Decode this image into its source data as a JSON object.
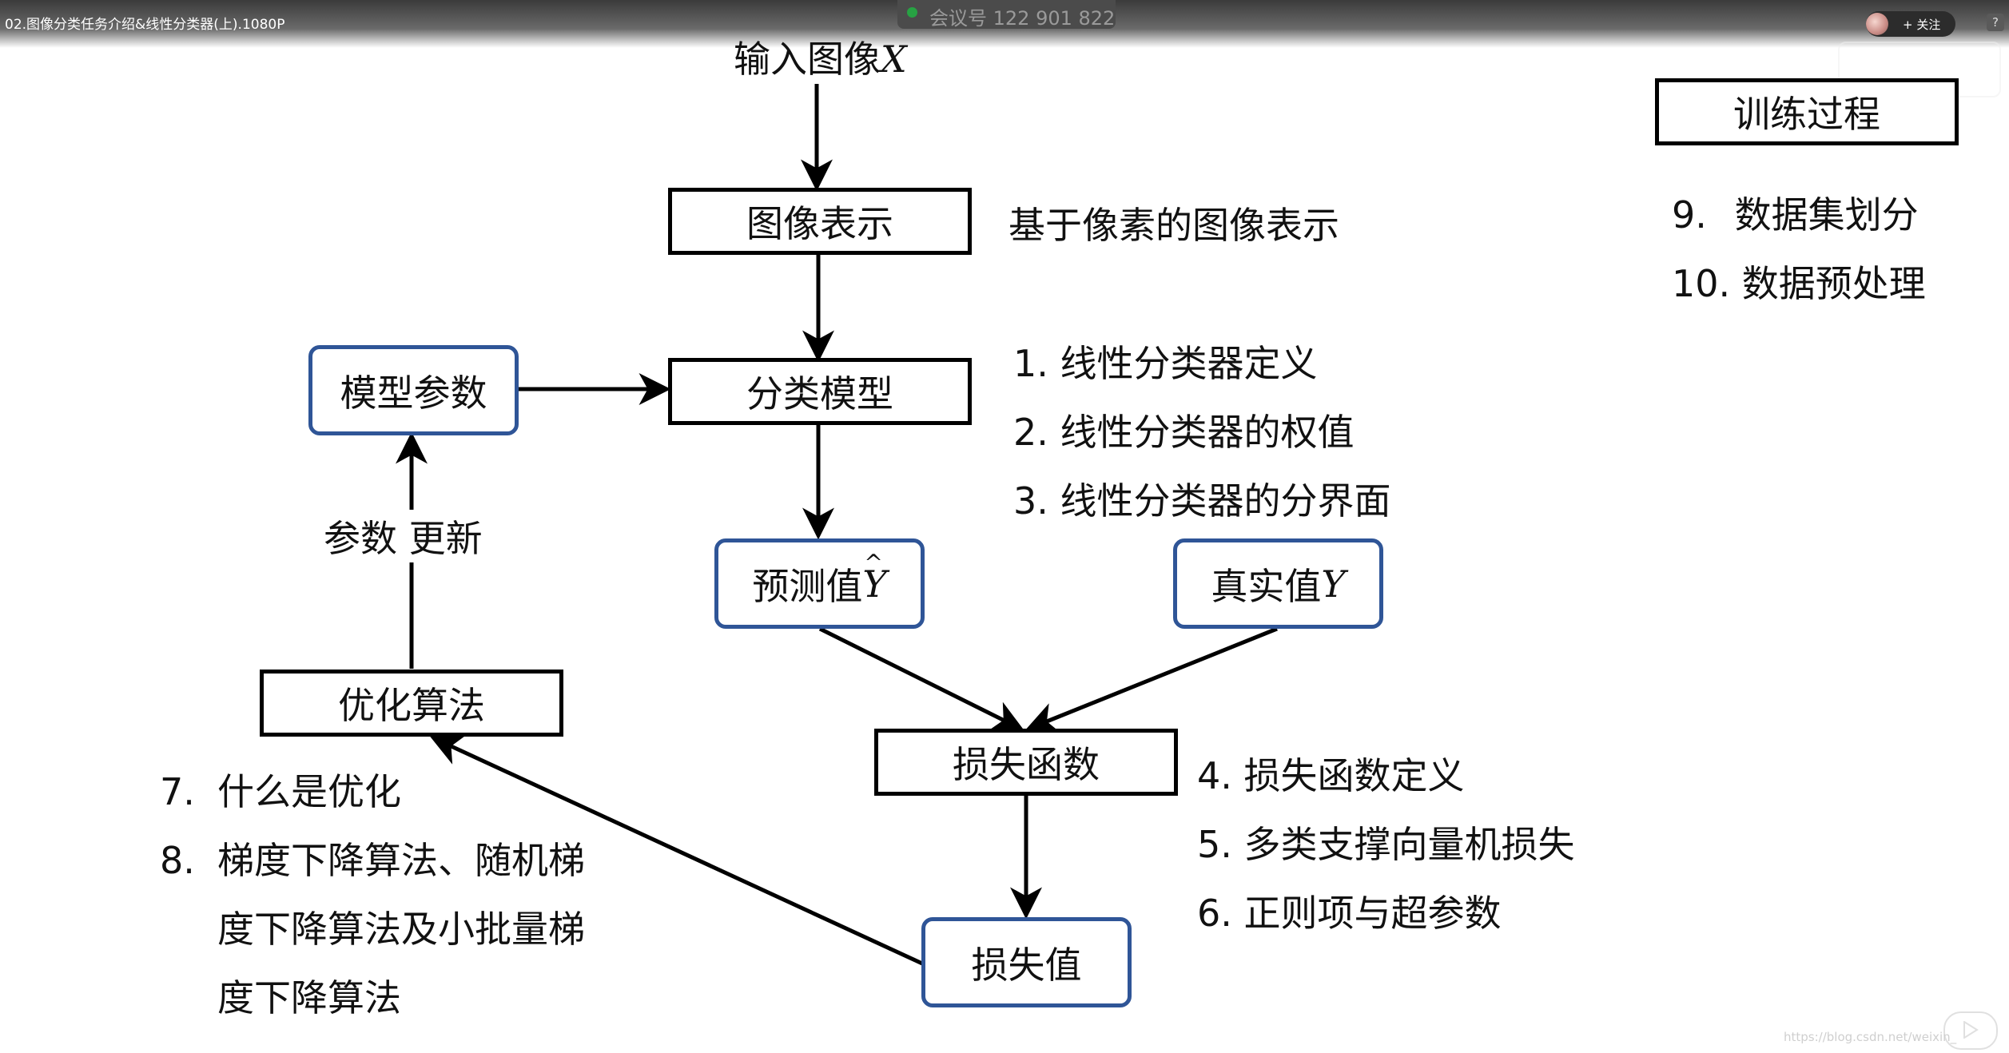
{
  "video": {
    "title": "02.图像分类任务介绍&线性分类器(上).1080P",
    "meeting_label": "会议号 122 901 822",
    "follow_label": "+ 关注",
    "help_label": "?",
    "watermark_url": "https://blog.csdn.net/weixin_"
  },
  "diagram": {
    "input": {
      "label": "输入图像",
      "symbol": "X"
    },
    "image_repr": {
      "label": "图像表示",
      "note": "基于像素的图像表示"
    },
    "classifier_model": {
      "label": "分类模型"
    },
    "model_params": {
      "label": "模型参数"
    },
    "predicted": {
      "label": "预测值",
      "symbol": "Y"
    },
    "ground_truth": {
      "label": "真实值",
      "symbol": "Y"
    },
    "loss_function": {
      "label": "损失函数"
    },
    "loss_value": {
      "label": "损失值"
    },
    "optimizer": {
      "label": "优化算法"
    },
    "param_update": {
      "label": "参数 更新"
    },
    "training_process": {
      "label": "训练过程"
    }
  },
  "lists": {
    "model_topics": [
      {
        "num": "1.",
        "text": "线性分类器定义"
      },
      {
        "num": "2.",
        "text": "线性分类器的权值"
      },
      {
        "num": "3.",
        "text": "线性分类器的分界面"
      }
    ],
    "loss_topics": [
      {
        "num": "4.",
        "text": "损失函数定义"
      },
      {
        "num": "5.",
        "text": "多类支撑向量机损失"
      },
      {
        "num": "6.",
        "text": "正则项与超参数"
      }
    ],
    "optimization_topics": [
      {
        "num": "7.",
        "text": "什么是优化"
      },
      {
        "num": "8.",
        "lines": [
          "梯度下降算法、随机梯",
          "度下降算法及小批量梯",
          "度下降算法"
        ]
      }
    ],
    "training_topics": [
      {
        "num": "9.",
        "text": "数据集划分"
      },
      {
        "num": "10.",
        "text": "数据预处理"
      }
    ]
  },
  "colors": {
    "rect_border": "#000000",
    "rounded_border": "#2f5597",
    "arrow": "#000000"
  }
}
